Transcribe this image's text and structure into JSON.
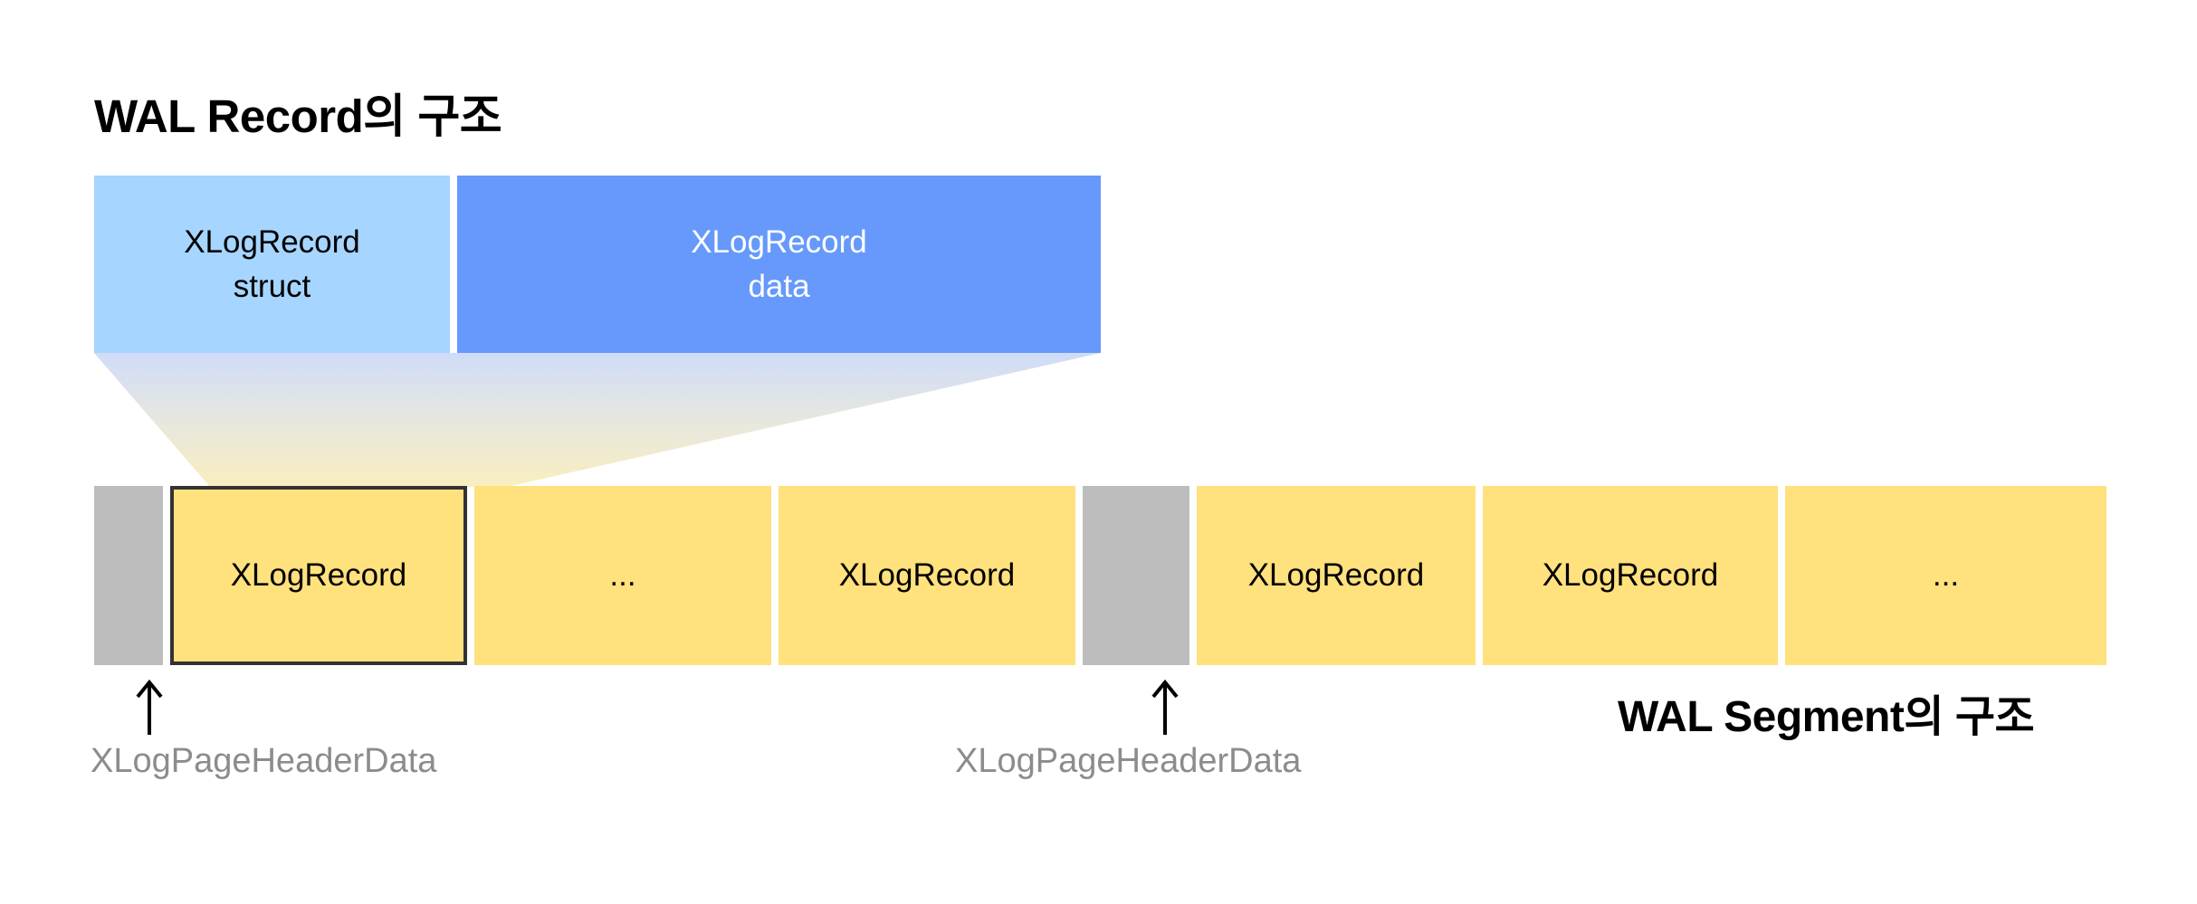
{
  "titles": {
    "record": "WAL Record의 구조",
    "segment": "WAL Segment의 구조"
  },
  "record_bar": {
    "cells": [
      {
        "line1": "XLogRecord",
        "line2": "struct",
        "color": "#a6d5ff",
        "text_color": "#000000"
      },
      {
        "line1": "XLogRecord",
        "line2": "data",
        "color": "#6699fb",
        "text_color": "#ffffff"
      }
    ]
  },
  "segment_row": {
    "cells": [
      {
        "label": "",
        "kind": "page-header",
        "color": "#bdbdbd"
      },
      {
        "label": "XLogRecord",
        "kind": "record-highlighted",
        "color": "#ffe17d"
      },
      {
        "label": "...",
        "kind": "record",
        "color": "#ffe17d"
      },
      {
        "label": "XLogRecord",
        "kind": "record",
        "color": "#ffe17d"
      },
      {
        "label": "",
        "kind": "page-header",
        "color": "#bdbdbd"
      },
      {
        "label": "XLogRecord",
        "kind": "record",
        "color": "#ffe17d"
      },
      {
        "label": "XLogRecord",
        "kind": "record",
        "color": "#ffe17d"
      },
      {
        "label": "...",
        "kind": "record",
        "color": "#ffe17d"
      }
    ]
  },
  "annotations": [
    {
      "caption": "XLogPageHeaderData",
      "arrow": "up-arrow-icon"
    },
    {
      "caption": "XLogPageHeaderData",
      "arrow": "up-arrow-icon"
    }
  ],
  "colors": {
    "struct_blue": "#a6d5ff",
    "data_blue": "#6699fb",
    "record_yellow": "#ffe17d",
    "page_header_gray": "#bdbdbd",
    "highlight_border": "#333333",
    "caption_gray": "#8c8c8c"
  }
}
